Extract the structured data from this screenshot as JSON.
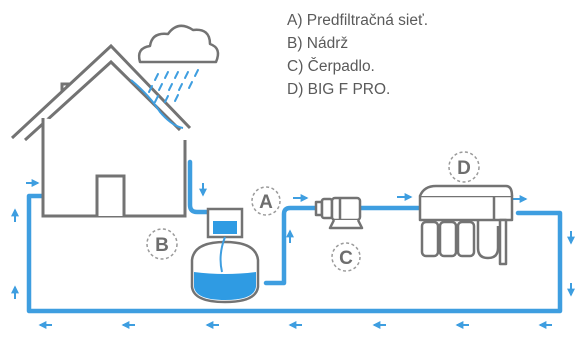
{
  "legend": [
    "A) Predfiltračná sieť.",
    "B) Nádrž",
    "C) Čerpadlo.",
    "D) BIG F PRO."
  ],
  "markers": {
    "a": "A",
    "b": "B",
    "c": "C",
    "d": "D"
  },
  "colors": {
    "water": "#3e9ee0",
    "water_fill": "#2f9be3",
    "outline": "#737373",
    "marker_text": "#6e6e6e",
    "marker_ring": "#9a9a9a"
  }
}
